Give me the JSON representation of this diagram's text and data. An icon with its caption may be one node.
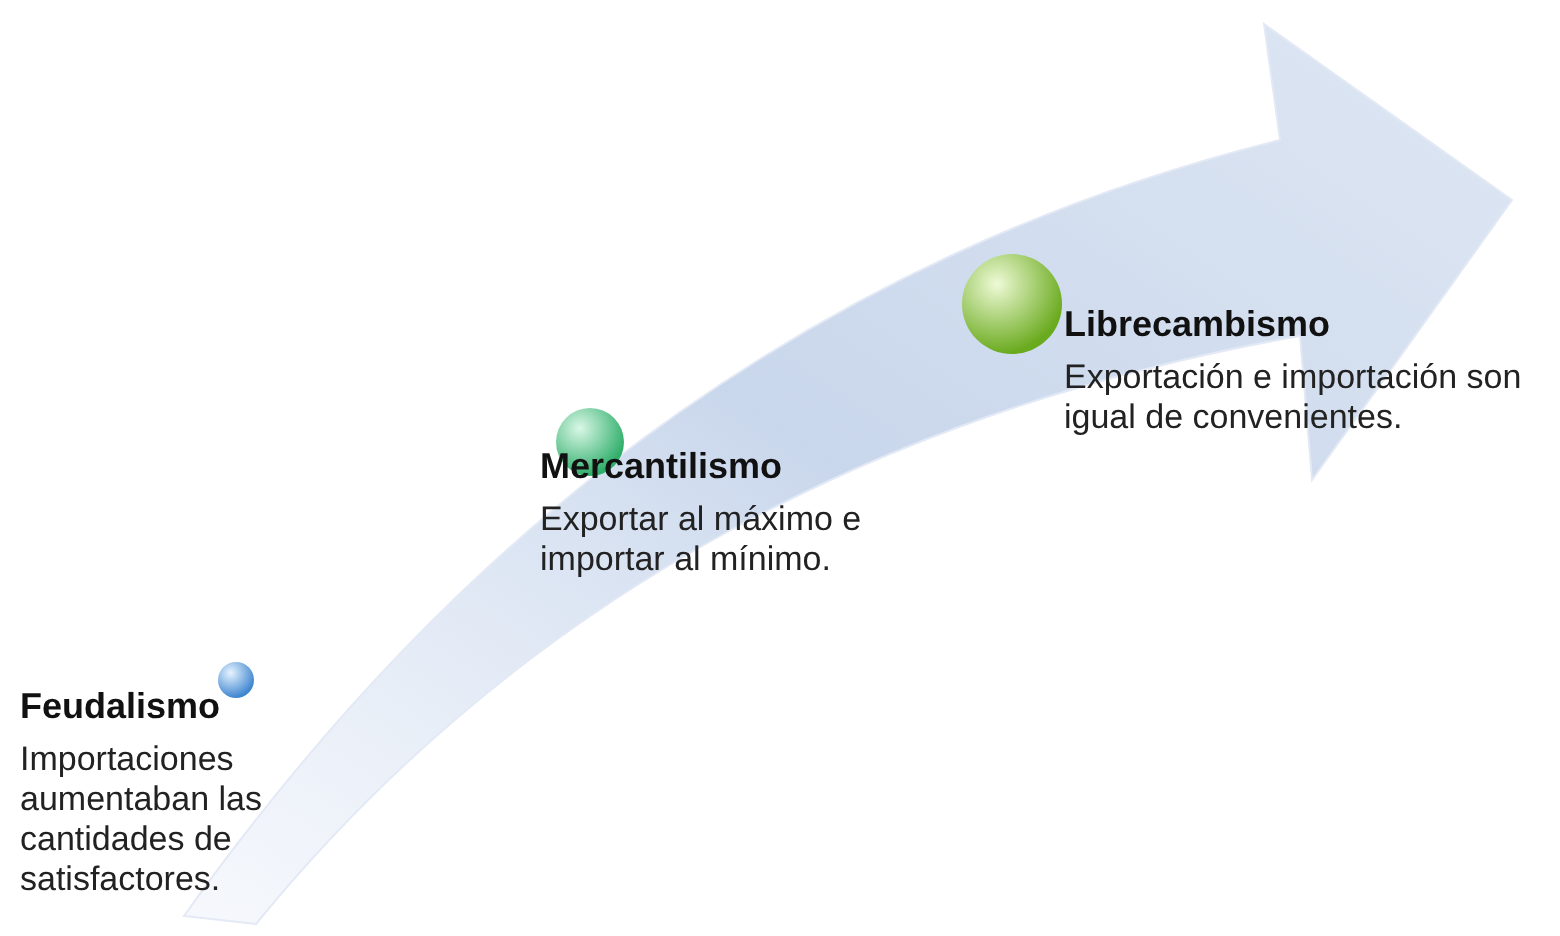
{
  "diagram": {
    "nodes": [
      {
        "text": [
          "Feudalismo",
          "Importaciones aumentaban las cantidades de satisfactores."
        ]
      },
      {
        "text": [
          "Mercantilismo",
          "Exportar al máximo e importar al mínimo."
        ]
      },
      {
        "text": [
          "Librecambismo",
          "Exportación e importación son igual de convenientes."
        ]
      }
    ],
    "edges": []
  }
}
